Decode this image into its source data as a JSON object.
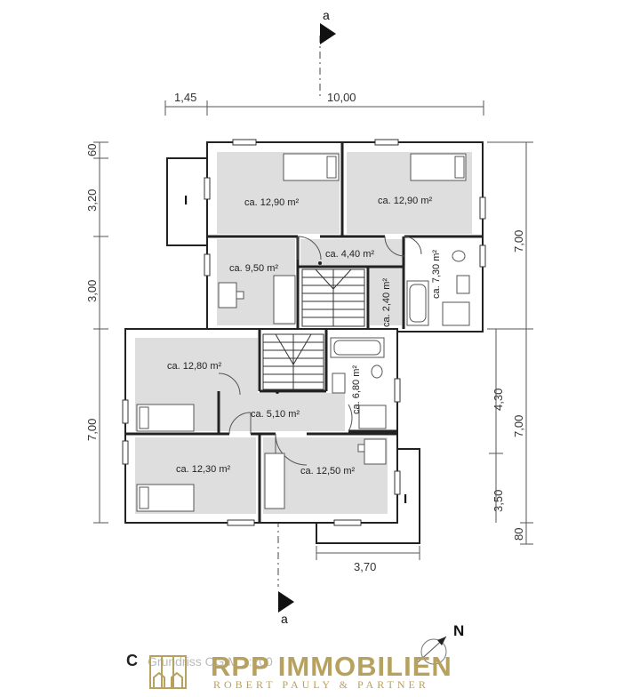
{
  "dimensions": {
    "top_left": "1,45",
    "top_main": "10,00",
    "left_1": "60",
    "left_2": "3,20",
    "left_3": "3,00",
    "left_4": "7,00",
    "right_1": "7,00",
    "right_2": "4,30",
    "right_3": "7,00",
    "right_4": "3,50",
    "right_5": "80",
    "bottom": "3,70"
  },
  "rooms": {
    "r1": "ca. 12,90 m²",
    "r2": "ca. 12,90 m²",
    "r3": "ca. 9,50 m²",
    "r4": "ca. 4,40 m²",
    "r5": "ca. 7,30 m²",
    "r6": "ca. 2,40 m²",
    "r7": "ca. 12,80 m²",
    "r8": "ca. 6,80 m²",
    "r9": "ca. 5,10 m²",
    "r10": "ca. 12,30 m²",
    "r11": "ca. 12,50 m²"
  },
  "section_marker_top": "a",
  "section_marker_bottom": "a",
  "balcony_label_left": "I",
  "balcony_label_right": "I",
  "north_label": "N",
  "caption": "C",
  "caption_faint": "Grundriss OG M 1:200",
  "brand": {
    "name": "RPP IMMOBILIEN",
    "tagline": "ROBERT PAULY & PARTNER",
    "color": "#b7a15f"
  }
}
